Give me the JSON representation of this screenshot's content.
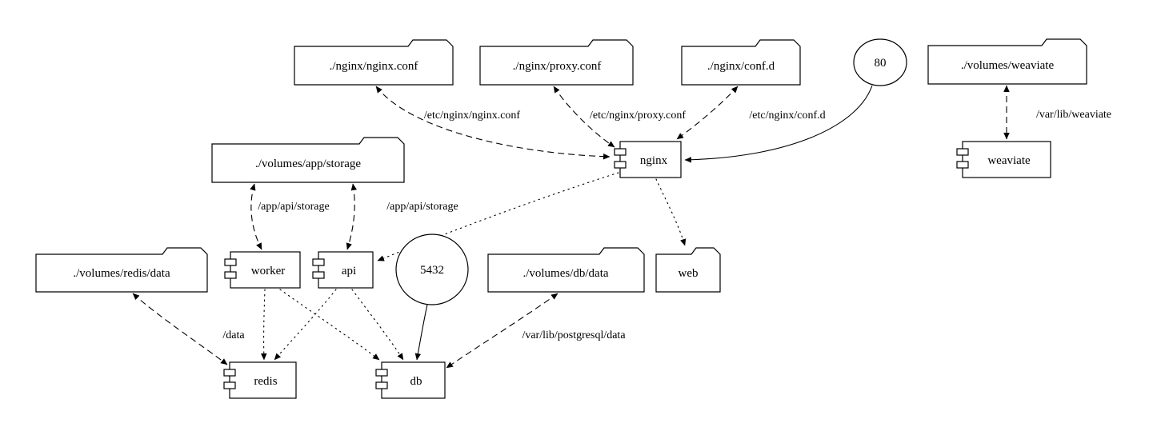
{
  "diagram": {
    "kind": "docker-compose-graph",
    "nodes": {
      "nginx_conf": {
        "label": "./nginx/nginx.conf",
        "type": "folder"
      },
      "proxy_conf": {
        "label": "./nginx/proxy.conf",
        "type": "folder"
      },
      "conf_d": {
        "label": "./nginx/conf.d",
        "type": "folder"
      },
      "port_80": {
        "label": "80",
        "type": "port"
      },
      "volumes_weaviate": {
        "label": "./volumes/weaviate",
        "type": "folder"
      },
      "volumes_app_storage": {
        "label": "./volumes/app/storage",
        "type": "folder"
      },
      "nginx": {
        "label": "nginx",
        "type": "service"
      },
      "weaviate": {
        "label": "weaviate",
        "type": "service"
      },
      "volumes_redis_data": {
        "label": "./volumes/redis/data",
        "type": "folder"
      },
      "worker": {
        "label": "worker",
        "type": "service"
      },
      "api": {
        "label": "api",
        "type": "service"
      },
      "port_5432": {
        "label": "5432",
        "type": "port"
      },
      "volumes_db_data": {
        "label": "./volumes/db/data",
        "type": "folder"
      },
      "web": {
        "label": "web",
        "type": "folder"
      },
      "redis": {
        "label": "redis",
        "type": "service"
      },
      "db": {
        "label": "db",
        "type": "service"
      }
    },
    "edge_labels": {
      "nginx_conf_mount": "/etc/nginx/nginx.conf",
      "proxy_conf_mount": "/etc/nginx/proxy.conf",
      "conf_d_mount": "/etc/nginx/conf.d",
      "weaviate_mount": "/var/lib/weaviate",
      "worker_storage_mount": "/app/api/storage",
      "api_storage_mount": "/app/api/storage",
      "redis_mount": "/data",
      "db_mount": "/var/lib/postgresql/data"
    },
    "colors": {
      "stroke": "#000000",
      "background": "#ffffff"
    }
  }
}
